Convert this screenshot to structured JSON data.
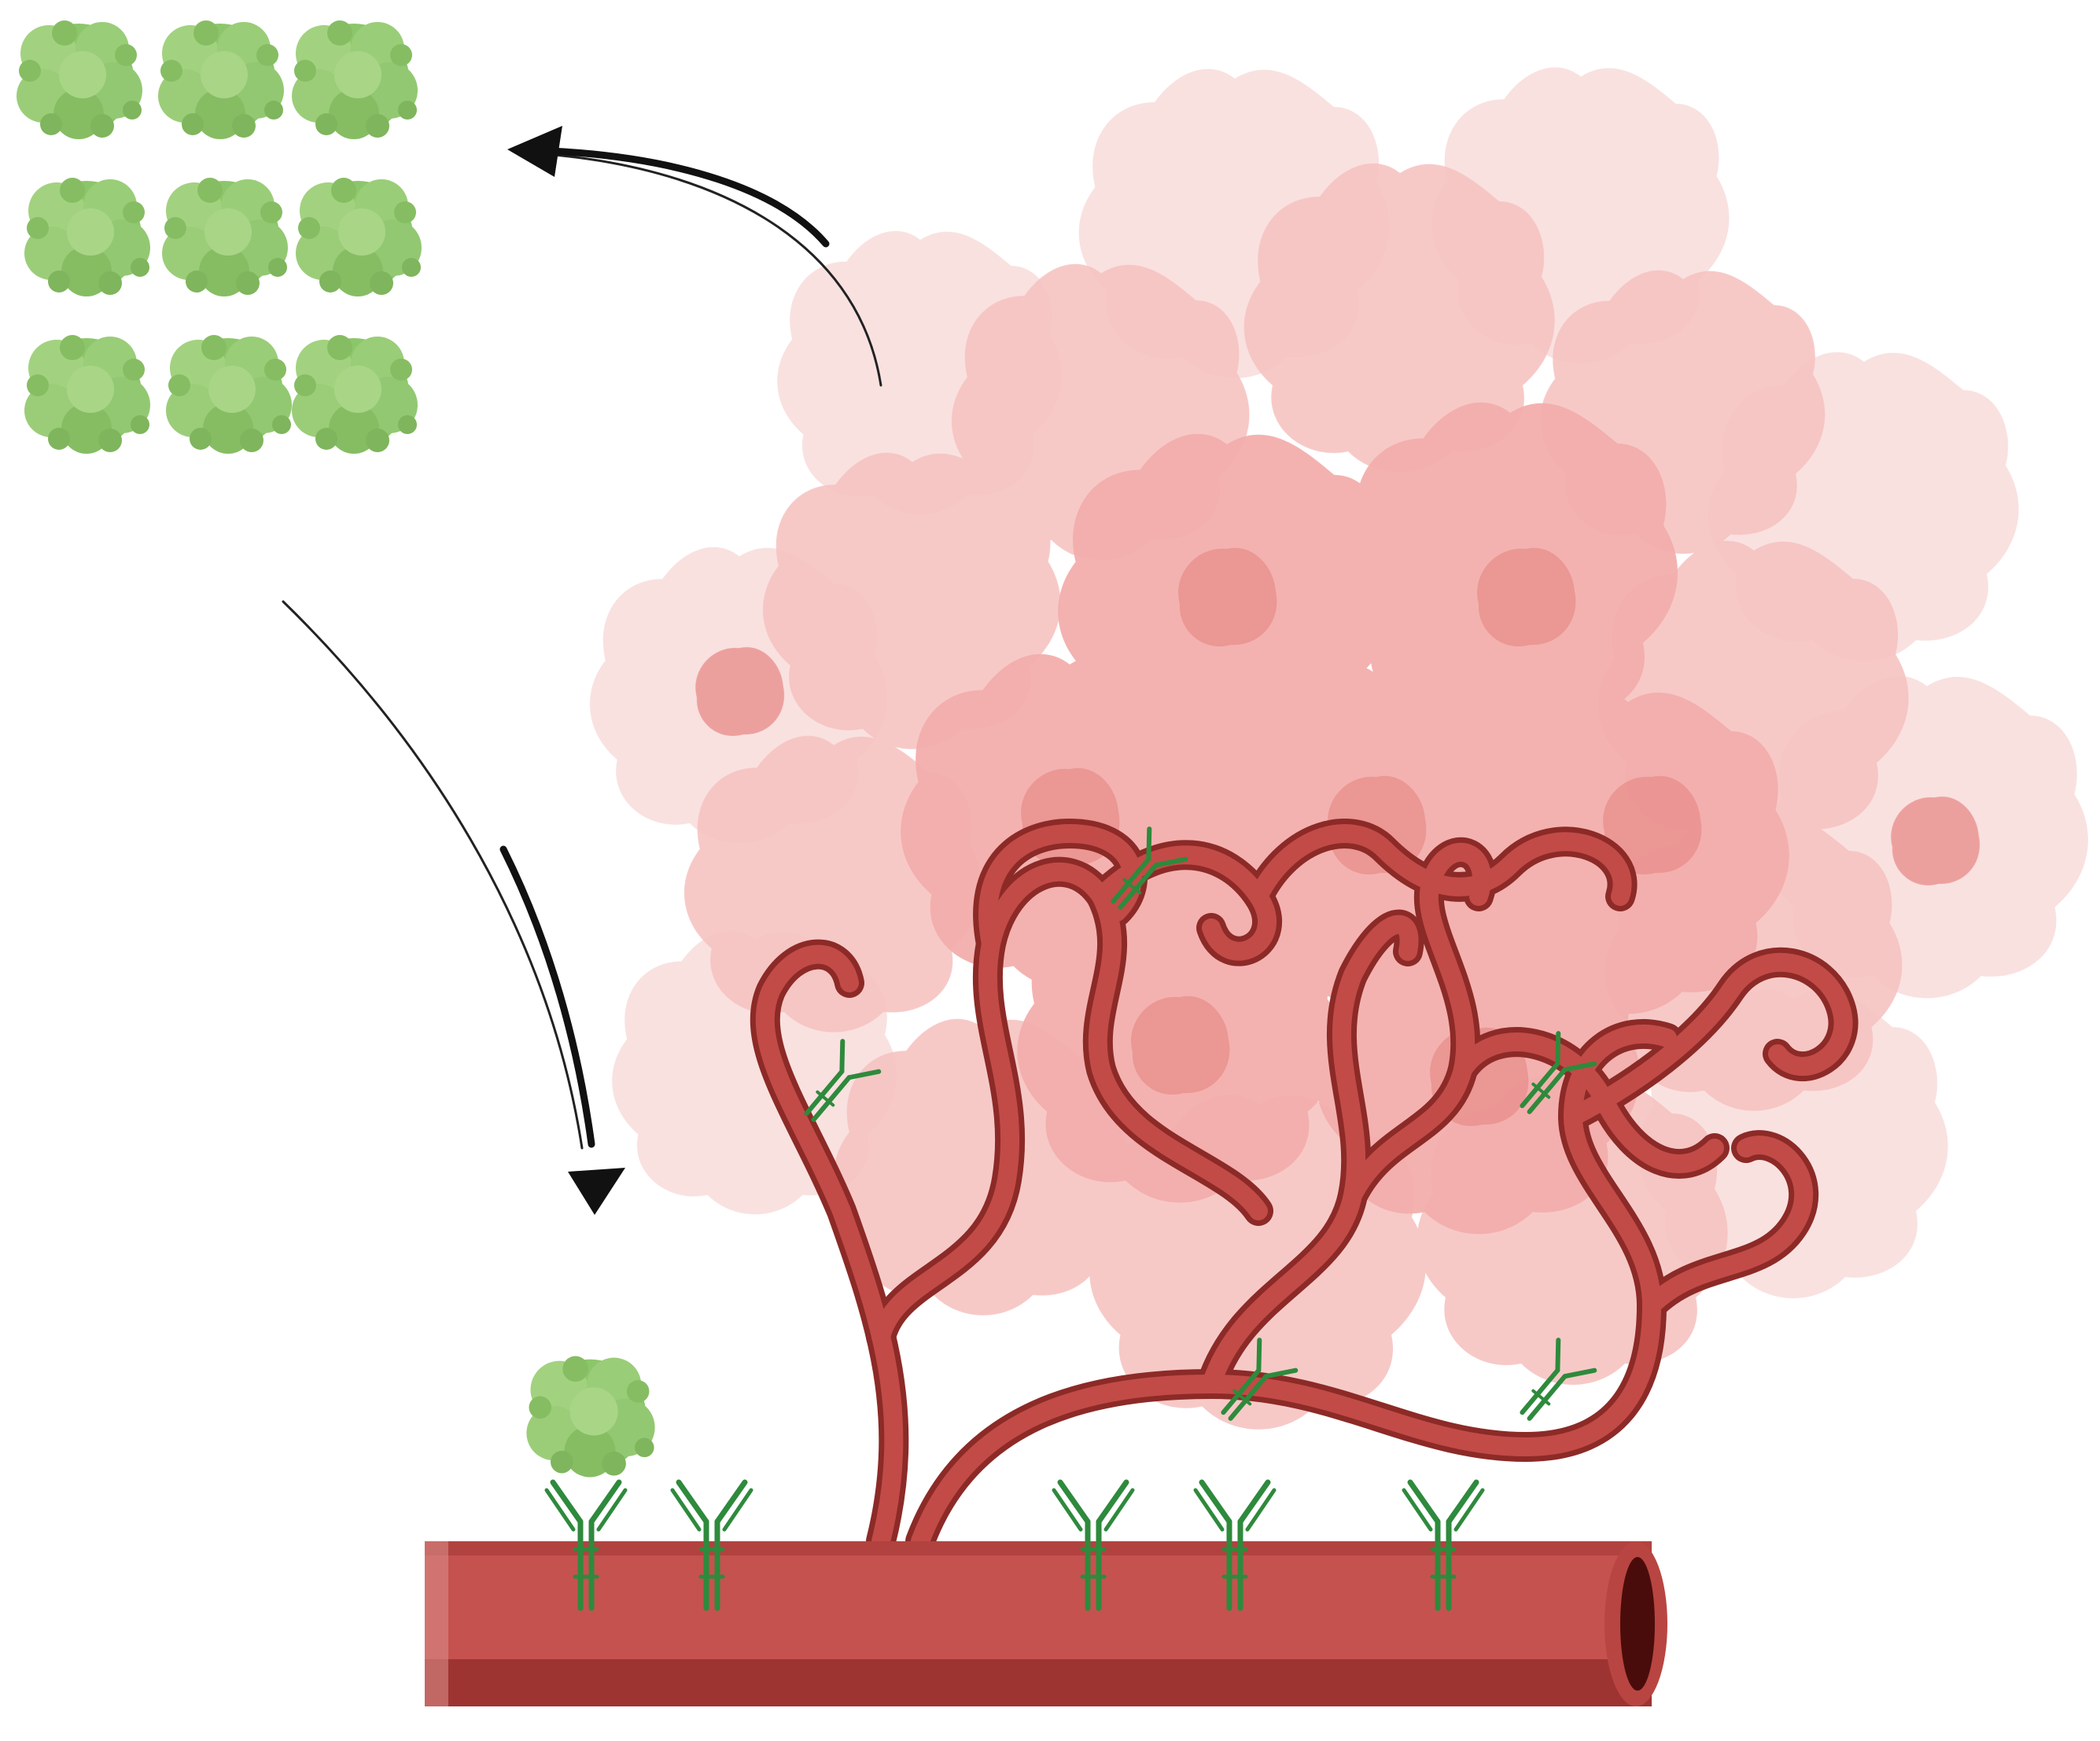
{
  "figure": {
    "type": "biomedical illustration",
    "text_labels": []
  },
  "elements": {
    "tumor_cell_mass": {
      "icon": "tumor-cell-cluster",
      "color": "#f2b6b3"
    },
    "green_particles": {
      "icon": "green-aggregate",
      "count": 9,
      "arrangement": "3x3 grid",
      "color": "#8cc66a"
    },
    "bound_particle": {
      "icon": "green-aggregate",
      "count": 1,
      "color": "#8cc66a"
    },
    "tumor_vasculature": {
      "icon": "tortuous-blood-vessels",
      "color": "#b9403c"
    },
    "main_vessel": {
      "icon": "blood-vessel-tube",
      "color": "#c5524f"
    },
    "receptors": {
      "icon": "y-shaped-receptor",
      "color": "#2e8a3c"
    },
    "arrows": [
      {
        "name": "release-arrow",
        "from": "tumor_cell_mass",
        "to": "green_particles"
      },
      {
        "name": "targeting-arrow",
        "from": "green_particles",
        "to": "main_vessel"
      }
    ]
  }
}
